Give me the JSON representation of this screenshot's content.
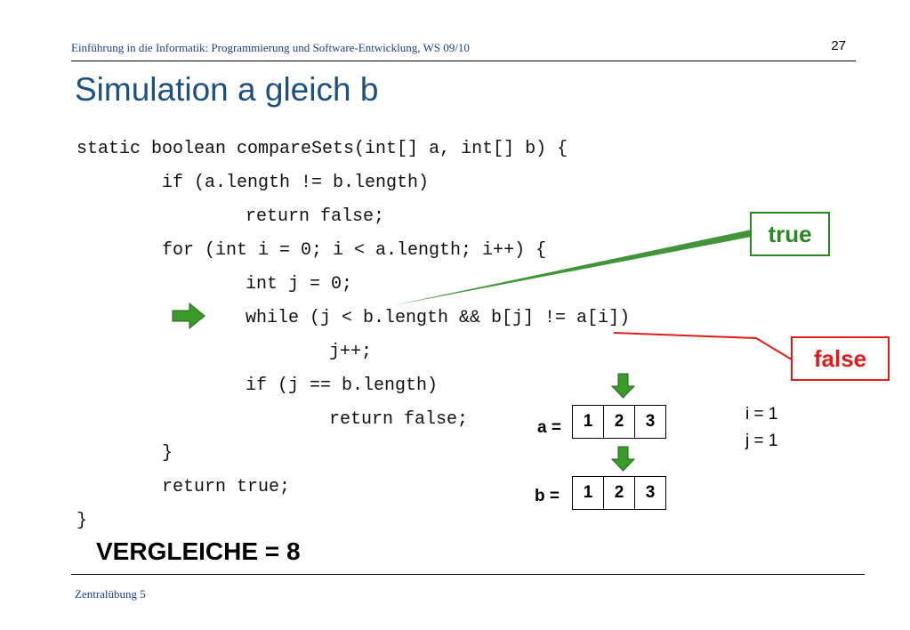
{
  "header": {
    "text": "Einführung in die Informatik: Programmierung und Software-Entwicklung, WS 09/10",
    "page_number": "27"
  },
  "title": "Simulation a gleich b",
  "code_lines": [
    "static boolean compareSets(int[] a, int[] b) {",
    "if (a.length != b.length)",
    "return false;",
    "for (int i = 0; i < a.length; i++) {",
    "int j = 0;",
    "while (j < b.length && b[j] != a[i])",
    "j++;",
    "if (j == b.length)",
    "return false;",
    "}",
    "return true;",
    "}"
  ],
  "current_line_arrow": "right-arrow-icon",
  "annotations": {
    "true_label": "true",
    "false_label": "false",
    "true_color": "#2a8a21",
    "false_color": "#e01b1b"
  },
  "array_a": {
    "label": "a =",
    "values": [
      "1",
      "2",
      "3"
    ],
    "pointer_index": 1
  },
  "array_b": {
    "label": "b =",
    "values": [
      "1",
      "2",
      "3"
    ],
    "pointer_index": 1
  },
  "variables": {
    "i": "i = 1",
    "j": "j = 1"
  },
  "comparisons": "VERGLEICHE = 8",
  "footer": "Zentralübung 5"
}
